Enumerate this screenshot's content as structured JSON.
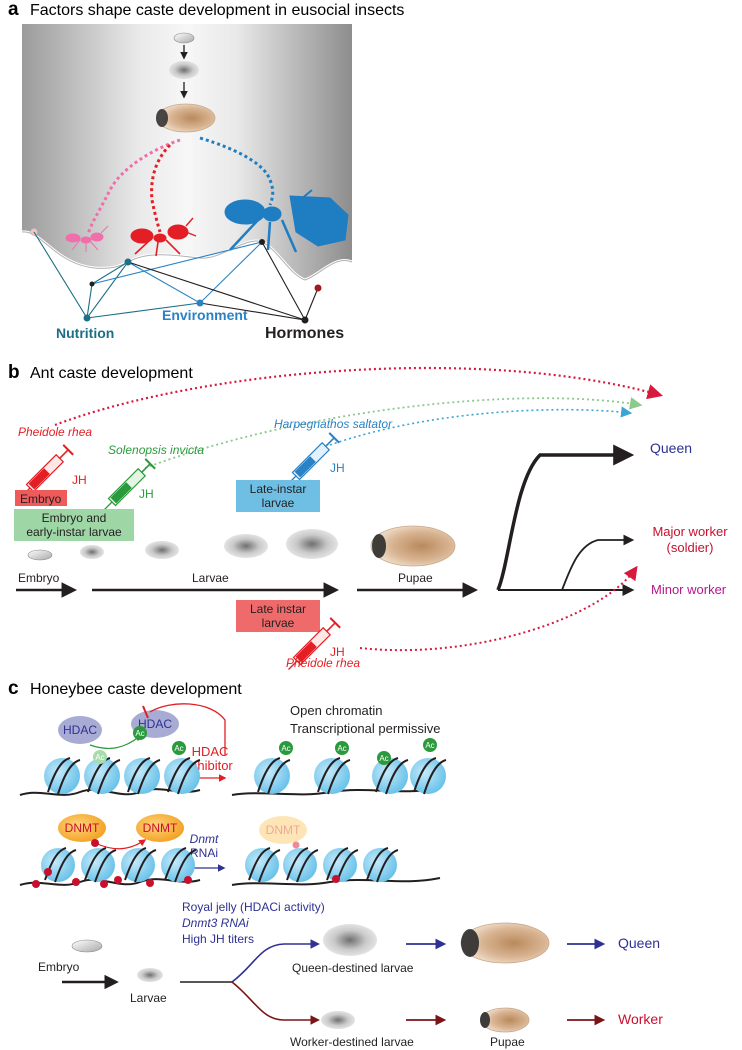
{
  "panel_a": {
    "letter": "a",
    "title": "Factors shape caste development in eusocial insects",
    "factors": {
      "nutrition": "Nutrition",
      "environment": "Environment",
      "hormones": "Hormones"
    }
  },
  "panel_b": {
    "letter": "b",
    "title": "Ant caste development",
    "species": {
      "pheidole_top": "Pheidole rhea",
      "solenopsis": "Solenopsis invicta",
      "harpegnathos": "Harpegnathos saltator",
      "pheidole_bottom": "Pheidole rhea"
    },
    "jh": "JH",
    "boxes": {
      "embryo": "Embryo",
      "embryo_early_1": "Embryo and",
      "embryo_early_2": "early-instar larvae",
      "late_instar_1": "Late-instar",
      "late_instar_2": "larvae",
      "late_instar_red_1": "Late instar",
      "late_instar_red_2": "larvae"
    },
    "stages": {
      "embryo": "Embryo",
      "larvae": "Larvae",
      "pupae": "Pupae"
    },
    "outcomes": {
      "queen": "Queen",
      "major_worker_1": "Major worker",
      "major_worker_2": "(soldier)",
      "minor_worker": "Minor worker"
    }
  },
  "panel_c": {
    "letter": "c",
    "title": "Honeybee caste development",
    "hdac": "HDAC",
    "ac": "Ac",
    "hdac_inhibitor_1": "HDAC",
    "hdac_inhibitor_2": "inhibitor",
    "open_chromatin": "Open chromatin",
    "transcriptional": "Transcriptional permissive",
    "dnmt": "DNMT",
    "dnmt_rnai_1": "Dnmt",
    "dnmt_rnai_2": "RNAi",
    "conditions": [
      "Royal jelly (HDACi activity)",
      "Dnmt3 RNAi",
      "High JH titers"
    ],
    "stages": {
      "embryo": "Embryo",
      "larvae": "Larvae",
      "queen_larvae": "Queen-destined larvae",
      "worker_larvae": "Worker-destined larvae",
      "pupae": "Pupae"
    },
    "outcomes": {
      "queen": "Queen",
      "worker": "Worker"
    }
  },
  "colors": {
    "red": "#e31e24",
    "green": "#2a9a3c",
    "blue": "#2a82c4",
    "navy": "#2e3192",
    "magenta": "#b5178b",
    "teal": "#1d6f85",
    "dark_red": "#7a1416"
  }
}
